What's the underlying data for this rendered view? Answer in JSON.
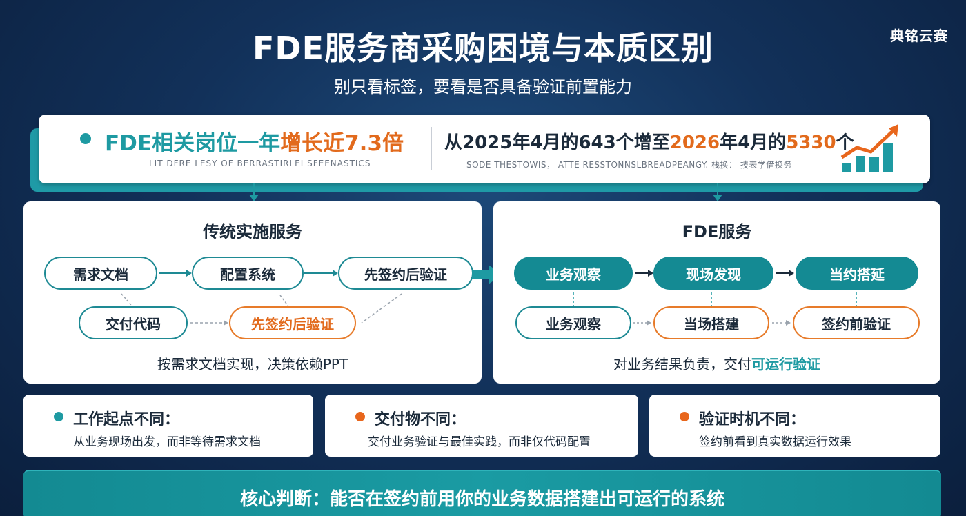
{
  "brand": "典铭云赛",
  "title": "FDE服务商采购困境与本质区别",
  "subtitle": "别只看标签，要看是否具备验证前置能力",
  "banner": {
    "left_prefix": "FDE相关岗位一年",
    "left_highlight": "增长近7.3倍",
    "left_note": "LIT DFRE LESY OF BERRASTIRLEI SFEENASTICS",
    "right_part1": "从2025年4月的643个增至",
    "right_highlight1": "2026",
    "right_part2": "年4月的",
    "right_highlight2": "5330",
    "right_part3": "个",
    "right_note": "SODE THESTOWIS，  ATTE RESSTONNSLBREADPEANGY.  栈换：  技表学借换务",
    "icon": "growth-chart-icon"
  },
  "traditional": {
    "title": "传统实施服务",
    "row1": [
      "需求文档",
      "配置系统",
      "先签约后验证"
    ],
    "row2": [
      "交付代码",
      "先签约后验证"
    ],
    "caption": "按需求文档实现，决策依赖PPT"
  },
  "fde": {
    "title": "FDE服务",
    "row1": [
      "业务观察",
      "现场发现",
      "当约搭延"
    ],
    "row2": [
      "业务观察",
      "当场搭建",
      "签约前验证"
    ],
    "caption_prefix": "对业务结果负责，交付",
    "caption_highlight": "可运行验证"
  },
  "differences": [
    {
      "title": "工作起点不同：",
      "desc": "从业务现场出发，而非等待需求文档",
      "color": "#1e9aa2"
    },
    {
      "title": "交付物不同：",
      "desc": "交付业务验证与最佳实践，而非仅代码配置",
      "color": "#e8661c"
    },
    {
      "title": "验证时机不同：",
      "desc": "签约前看到真实数据运行效果",
      "color": "#e8661c"
    }
  ],
  "core": "核心判断：能否在签约前用你的业务数据搭建出可运行的系统",
  "colors": {
    "accent": "#1e9aa2",
    "highlight": "#e26a1c",
    "background": "#12315a"
  }
}
